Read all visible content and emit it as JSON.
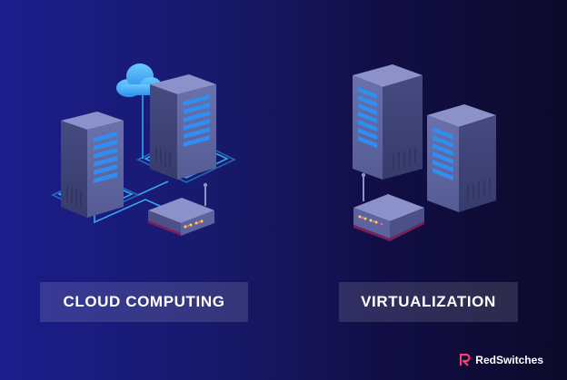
{
  "labels": {
    "left": "CLOUD COMPUTING",
    "right": "VIRTUALIZATION"
  },
  "brand": {
    "name": "RedSwitches",
    "icon": "redswitches-logo-icon"
  },
  "illustrations": {
    "left": [
      "server-tower-icon",
      "server-tower-icon",
      "network-router-icon",
      "cloud-icon"
    ],
    "right": [
      "server-tower-icon",
      "server-tower-icon",
      "network-router-icon"
    ]
  },
  "colors": {
    "background_start": "#1b1d8c",
    "background_end": "#0c0a2a",
    "server_face": "#5d639c",
    "server_side": "#3e4377",
    "server_top": "#8c92c9",
    "drive_slot": "#2f8ef0",
    "network_line": "#36b6ff",
    "cloud": "#38a8f4",
    "router_base": "#7a1f57"
  }
}
